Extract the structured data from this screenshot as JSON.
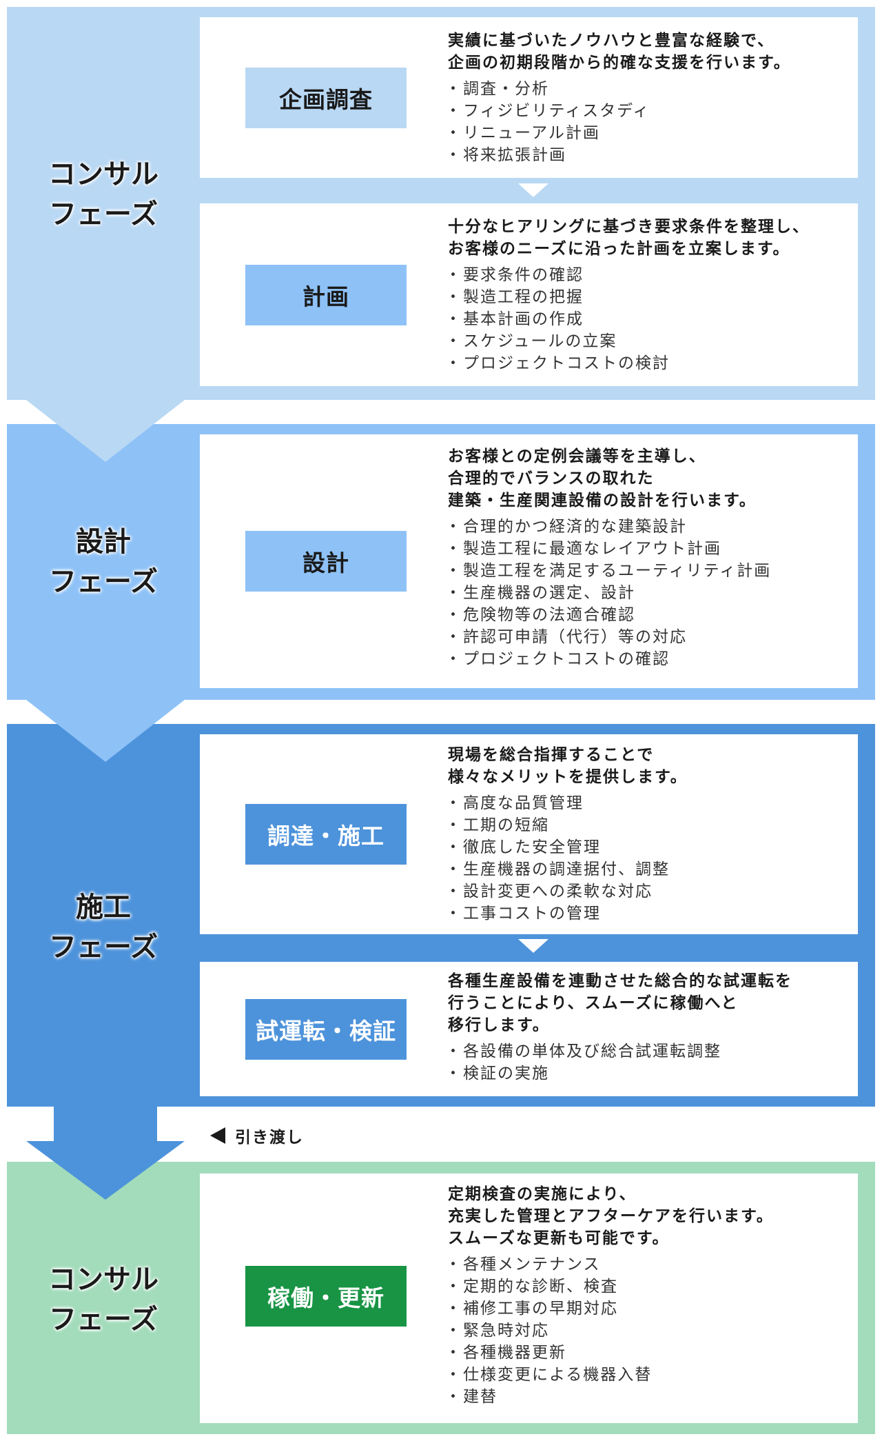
{
  "phases": [
    {
      "title": [
        "コンサル",
        "フェーズ"
      ],
      "stages": [
        {
          "label": "企画調査",
          "lead": [
            "実績に基づいたノウハウと豊富な経験で、",
            "企画の初期段階から的確な支援を行います。"
          ],
          "items": [
            "調査・分析",
            "フィジビリティスタディ",
            "リニューアル計画",
            "将来拡張計画"
          ]
        },
        {
          "label": "計画",
          "lead": [
            "十分なヒアリングに基づき要求条件を整理し、",
            "お客様のニーズに沿った計画を立案します。"
          ],
          "items": [
            "要求条件の確認",
            "製造工程の把握",
            "基本計画の作成",
            "スケジュールの立案",
            "プロジェクトコストの検討"
          ]
        }
      ]
    },
    {
      "title": [
        "設計",
        "フェーズ"
      ],
      "stages": [
        {
          "label": "設計",
          "lead": [
            "お客様との定例会議等を主導し、",
            "合理的でバランスの取れた",
            "建築・生産関連設備の設計を行います。"
          ],
          "items": [
            "合理的かつ経済的な建築設計",
            "製造工程に最適なレイアウト計画",
            "製造工程を満足するユーティリティ計画",
            "生産機器の選定、設計",
            "危険物等の法適合確認",
            "許認可申請（代行）等の対応",
            "プロジェクトコストの確認"
          ]
        }
      ]
    },
    {
      "title": [
        "施工",
        "フェーズ"
      ],
      "stages": [
        {
          "label": "調達・施工",
          "lead": [
            "現場を総合指揮することで",
            "様々なメリットを提供します。"
          ],
          "items": [
            "高度な品質管理",
            "工期の短縮",
            "徹底した安全管理",
            "生産機器の調達据付、調整",
            "設計変更への柔軟な対応",
            "工事コストの管理"
          ]
        },
        {
          "label": "試運転・検証",
          "lead": [
            "各種生産設備を連動させた総合的な試運転を",
            "行うことにより、スムーズに稼働へと",
            "移行します。"
          ],
          "items": [
            "各設備の単体及び総合試運転調整",
            "検証の実施"
          ]
        }
      ]
    },
    {
      "title": [
        "コンサル",
        "フェーズ"
      ],
      "stages": [
        {
          "label": "稼働・更新",
          "lead": [
            "定期検査の実施により、",
            "充実した管理とアフターケアを行います。",
            "スムーズな更新も可能です。"
          ],
          "items": [
            "各種メンテナンス",
            "定期的な診断、検査",
            "補修工事の早期対応",
            "緊急時対応",
            "各種機器更新",
            "仕様変更による機器入替",
            "建替"
          ]
        }
      ]
    }
  ],
  "handover": "引き渡し",
  "colors": {
    "consult": "#b9d8f4",
    "design": "#8ec2f7",
    "construction": "#4d93db",
    "operation": "#a2dcbb",
    "operation_stage": "#189444"
  }
}
